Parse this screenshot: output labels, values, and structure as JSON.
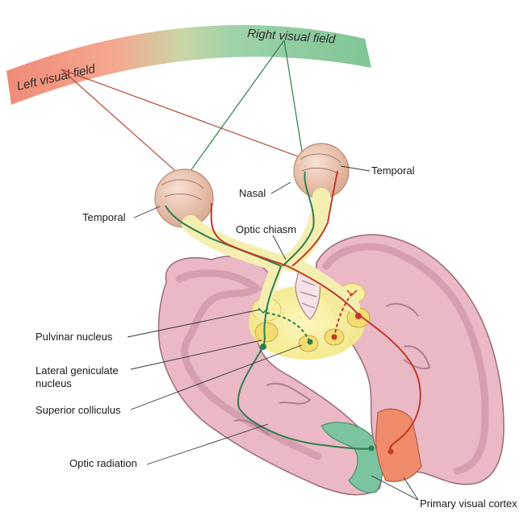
{
  "visual_field": {
    "left": "Left visual field",
    "right": "Right visual field"
  },
  "labels": {
    "temporal_right": "Temporal",
    "nasal": "Nasal",
    "temporal_left": "Temporal",
    "optic_chiasm": "Optic chiasm",
    "pulvinar": "Pulvinar nucleus",
    "lgn_line1": "Lateral geniculate",
    "lgn_line2": "nucleus",
    "superior_colliculus": "Superior colliculus",
    "optic_radiation": "Optic radiation",
    "primary_visual_cortex": "Primary visual cortex"
  },
  "colors": {
    "left_pathway": "#c0392b",
    "right_pathway": "#2e7d4f",
    "brain_tissue": "#e8b9c4",
    "brain_outline": "#9a6b78",
    "eye": "#ecc9b3",
    "thalamus_glow": "#f4f0a6"
  }
}
